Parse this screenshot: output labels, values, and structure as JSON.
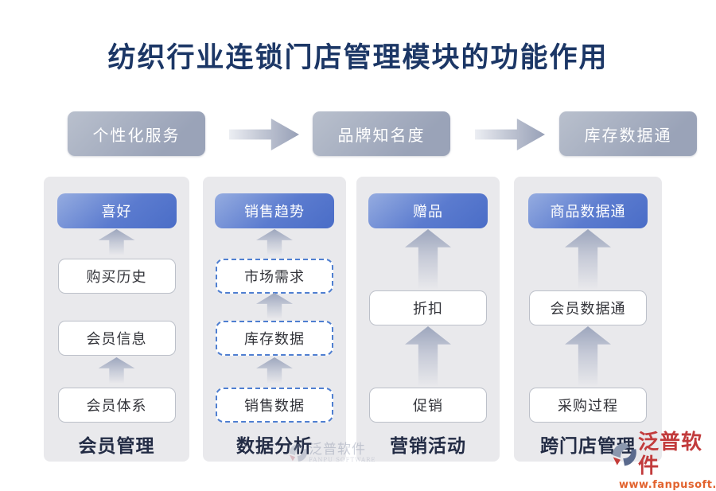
{
  "title": "纺织行业连锁门店管理模块的功能作用",
  "top_flow": {
    "steps": [
      "个性化服务",
      "品牌知名度",
      "库存数据通"
    ]
  },
  "columns": [
    {
      "header": "喜好",
      "boxes": [
        "购买历史",
        "会员信息",
        "会员体系"
      ],
      "label": "会员管理"
    },
    {
      "header": "销售趋势",
      "boxes": [
        "市场需求",
        "库存数据",
        "销售数据"
      ],
      "label": "数据分析"
    },
    {
      "header": "赠品",
      "boxes": [
        "折扣",
        "促销"
      ],
      "label": "营销活动"
    },
    {
      "header": "商品数据通",
      "boxes": [
        "会员数据通",
        "采购过程"
      ],
      "label": "跨门店管理"
    }
  ],
  "watermarks": {
    "center": {
      "name": "泛普软件",
      "subtitle": "FANPU SOFTWARE"
    },
    "corner": {
      "name": "泛普软件",
      "url": "www.fanpusoft.com"
    }
  },
  "colors": {
    "title_navy": "#1c3766",
    "panel_gray": "#e9e9ec",
    "header_blue_top": "#95ace0",
    "header_blue_bottom": "#4a6dc7",
    "step_gray": "#9aa3b8",
    "dashed_border_blue": "#4f7fd1",
    "watermark_red": "#c23b3c",
    "watermark_orange": "#e2632e"
  }
}
